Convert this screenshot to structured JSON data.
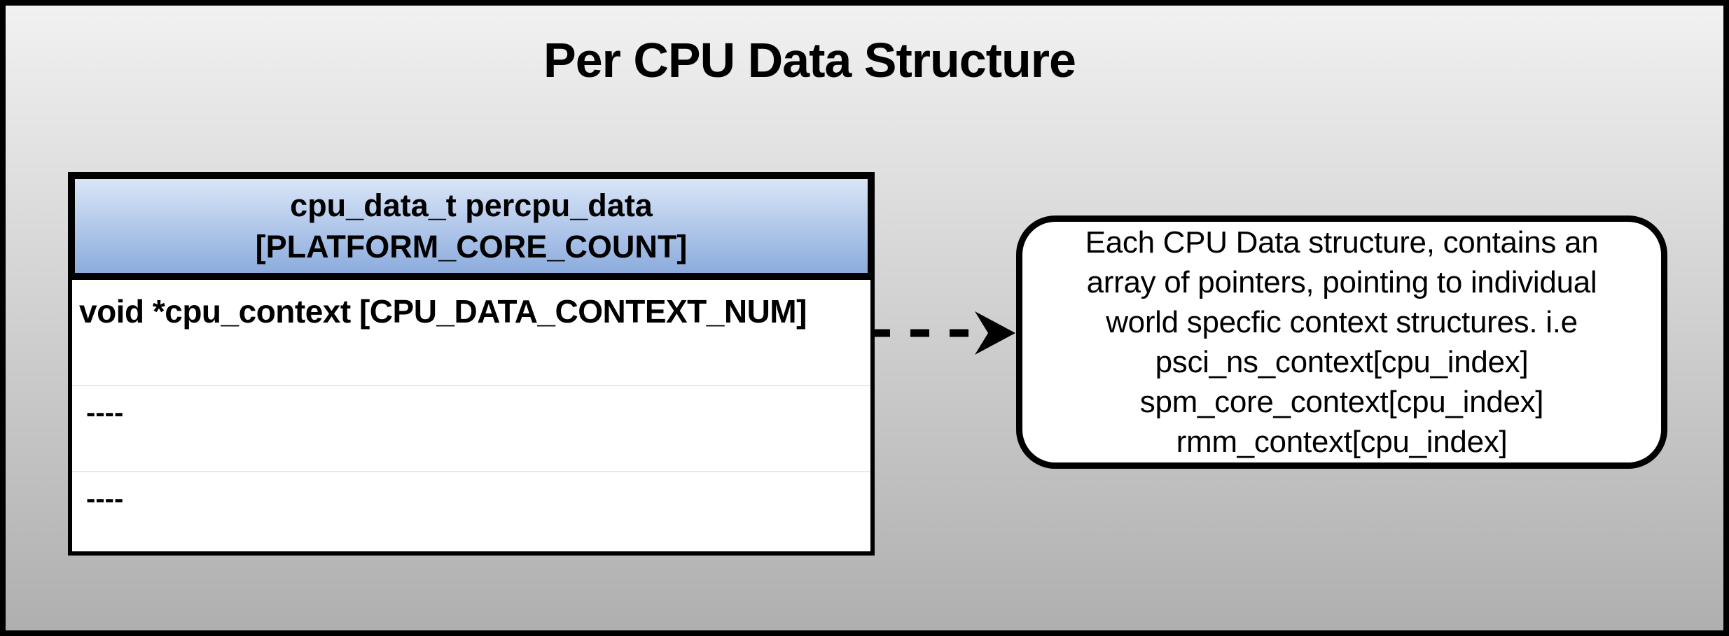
{
  "page": {
    "title": "Per CPU Data Structure"
  },
  "struct_table": {
    "header": {
      "line1": "cpu_data_t percpu_data",
      "line2": "[PLATFORM_CORE_COUNT]"
    },
    "rows": [
      {
        "text": "void *cpu_context [CPU_DATA_CONTEXT_NUM]"
      },
      {
        "text": "----"
      },
      {
        "text": "----"
      }
    ]
  },
  "callout": {
    "lines": [
      "Each CPU Data structure, contains an",
      "array of pointers, pointing to individual",
      "world specfic context structures. i.e",
      "psci_ns_context[cpu_index]",
      "spm_core_context[cpu_index]",
      "rmm_context[cpu_index]"
    ]
  },
  "icons": {
    "arrow": "dashed-right-arrow"
  },
  "colors": {
    "canvas_border": "#000000",
    "background_top": "#f2f1f1",
    "background_bottom": "#b0afaf",
    "header_fill_top": "#d9e5f7",
    "header_fill_bottom": "#8cacdd",
    "box_fill": "#ffffff",
    "row_divider": "#e8e8e8",
    "text": "#000000"
  }
}
